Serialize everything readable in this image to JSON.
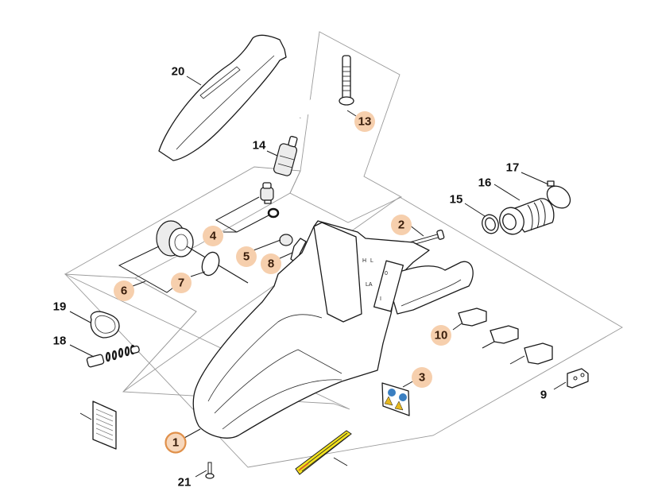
{
  "diagram": {
    "title": "Handle housing exploded view",
    "accent_color": "#f6cfad",
    "selected_color": "#e0904a",
    "housing_markings": [
      "H",
      "L",
      "LA",
      "0",
      "I"
    ],
    "callouts": [
      {
        "id": "1",
        "label": "1",
        "style": "selected",
        "part": "handle-housing"
      },
      {
        "id": "2",
        "label": "2",
        "style": "highlighted",
        "part": "screw-bolt"
      },
      {
        "id": "3",
        "label": "3",
        "style": "highlighted",
        "part": "warning-label"
      },
      {
        "id": "4",
        "label": "4",
        "style": "highlighted",
        "part": "oil-cap-kit"
      },
      {
        "id": "5",
        "label": "5",
        "style": "highlighted",
        "part": "plug"
      },
      {
        "id": "6",
        "label": "6",
        "style": "highlighted",
        "part": "fuel-cap-kit"
      },
      {
        "id": "7",
        "label": "7",
        "style": "highlighted",
        "part": "o-ring"
      },
      {
        "id": "8",
        "label": "8",
        "style": "highlighted",
        "part": "spring-clip"
      },
      {
        "id": "9",
        "label": "9",
        "style": "plain",
        "part": "damper-bracket"
      },
      {
        "id": "10",
        "label": "10",
        "style": "highlighted",
        "part": "buffer"
      },
      {
        "id": "13",
        "label": "13",
        "style": "highlighted",
        "part": "fuel-hose"
      },
      {
        "id": "14",
        "label": "14",
        "style": "plain",
        "part": "fuel-filter"
      },
      {
        "id": "15",
        "label": "15",
        "style": "plain",
        "part": "ring"
      },
      {
        "id": "16",
        "label": "16",
        "style": "plain",
        "part": "intake-manifold"
      },
      {
        "id": "17",
        "label": "17",
        "style": "plain",
        "part": "hose-clamp"
      },
      {
        "id": "18",
        "label": "18",
        "style": "plain",
        "part": "spring"
      },
      {
        "id": "19",
        "label": "19",
        "style": "plain",
        "part": "gasket"
      },
      {
        "id": "20",
        "label": "20",
        "style": "plain",
        "part": "handle-molding"
      },
      {
        "id": "21",
        "label": "21",
        "style": "plain",
        "part": "screw"
      }
    ]
  }
}
